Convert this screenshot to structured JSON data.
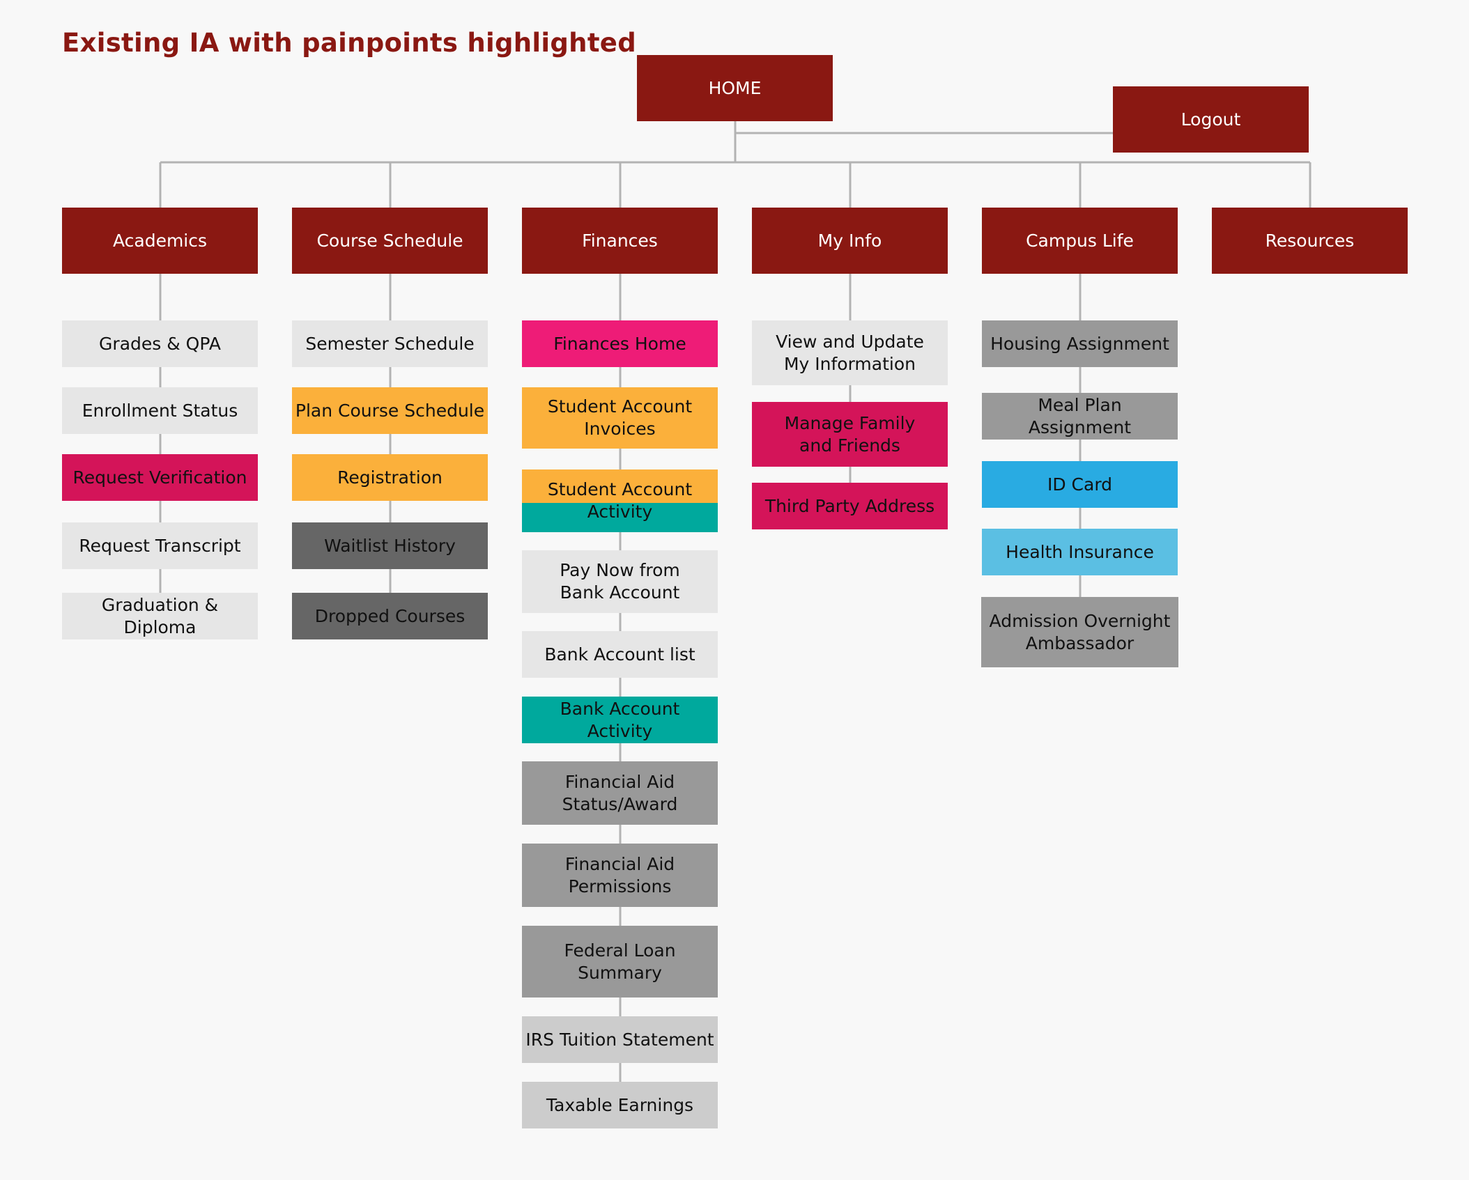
{
  "title": "Existing IA with painpoints highlighted",
  "colors": {
    "header": "#8a1812",
    "title": "#8a1812",
    "connector": "#b3b3b3",
    "neutral_light": "#e6e6e6",
    "neutral_silver": "#cccccc",
    "neutral_grey": "#999999",
    "neutral_dark": "#666666",
    "painpoint_pink": "#d41459",
    "painpoint_hot_pink": "#ee1c77",
    "painpoint_orange": "#fbb03b",
    "painpoint_teal": "#00a99d",
    "painpoint_blue": "#29abe2",
    "painpoint_sky_blue": "#5bbfe3"
  },
  "home": {
    "label": "HOME"
  },
  "logout": {
    "label": "Logout"
  },
  "sections": [
    {
      "label": "Academics",
      "items": [
        {
          "label": "Grades & QPA",
          "color": "light"
        },
        {
          "label": "Enrollment Status",
          "color": "light"
        },
        {
          "label": "Request Verification",
          "color": "pink"
        },
        {
          "label": "Request Transcript",
          "color": "light"
        },
        {
          "label": "Graduation & Diploma",
          "color": "light"
        }
      ]
    },
    {
      "label": "Course Schedule",
      "items": [
        {
          "label": "Semester Schedule",
          "color": "light"
        },
        {
          "label": "Plan Course Schedule",
          "color": "orange"
        },
        {
          "label": "Registration",
          "color": "orange"
        },
        {
          "label": "Waitlist History",
          "color": "dark"
        },
        {
          "label": "Dropped Courses",
          "color": "dark"
        }
      ]
    },
    {
      "label": "Finances",
      "items": [
        {
          "label": "Finances Home",
          "color": "hotpink"
        },
        {
          "label": "Student Account\nInvoices",
          "color": "orange"
        },
        {
          "label": "Student Account\nActivity",
          "color": "orange/teal"
        },
        {
          "label": "Pay Now from\nBank Account",
          "color": "light"
        },
        {
          "label": "Bank Account list",
          "color": "light"
        },
        {
          "label": "Bank Account Activity",
          "color": "teal"
        },
        {
          "label": "Financial Aid\nStatus/Award",
          "color": "grey"
        },
        {
          "label": "Financial Aid\nPermissions",
          "color": "grey"
        },
        {
          "label": "Federal Loan\nSummary",
          "color": "grey"
        },
        {
          "label": "IRS Tuition Statement",
          "color": "silver"
        },
        {
          "label": "Taxable Earnings",
          "color": "silver"
        }
      ]
    },
    {
      "label": "My Info",
      "items": [
        {
          "label": "View and Update\nMy Information",
          "color": "light"
        },
        {
          "label": "Manage Family\nand Friends",
          "color": "pink"
        },
        {
          "label": "Third Party Address",
          "color": "pink"
        }
      ]
    },
    {
      "label": "Campus Life",
      "items": [
        {
          "label": "Housing Assignment",
          "color": "grey"
        },
        {
          "label": "Meal Plan Assignment",
          "color": "grey"
        },
        {
          "label": "ID Card",
          "color": "blue"
        },
        {
          "label": "Health Insurance",
          "color": "skyblue"
        },
        {
          "label": "Admission Overnight\nAmbassador",
          "color": "grey"
        }
      ]
    },
    {
      "label": "Resources",
      "items": []
    }
  ]
}
